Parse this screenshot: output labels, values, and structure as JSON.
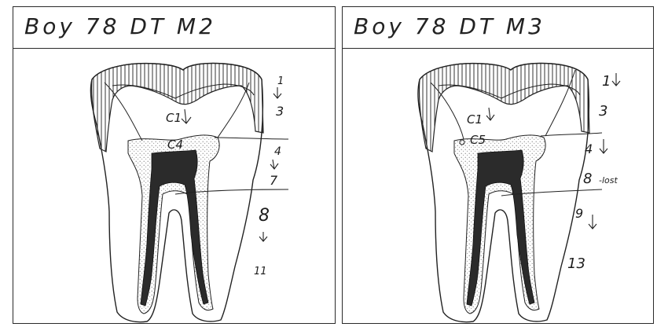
{
  "panels": [
    {
      "title": "Boy 78 DT M2",
      "crown_labels": {
        "upper": "C1",
        "lower": "C4"
      },
      "stage_numbers": [
        "1",
        "3",
        "4",
        "7",
        "8",
        "11"
      ]
    },
    {
      "title": "Boy 78 DT M3",
      "crown_labels": {
        "upper": "C1",
        "lower": "C5"
      },
      "stage_numbers": [
        "1",
        "3",
        "4",
        "8",
        "9",
        "13"
      ],
      "note": "-lost"
    }
  ],
  "colors": {
    "ink": "#1c1c1c",
    "pulp": "#2b2b2b",
    "dentin_stipple": "#9a9a9a"
  }
}
